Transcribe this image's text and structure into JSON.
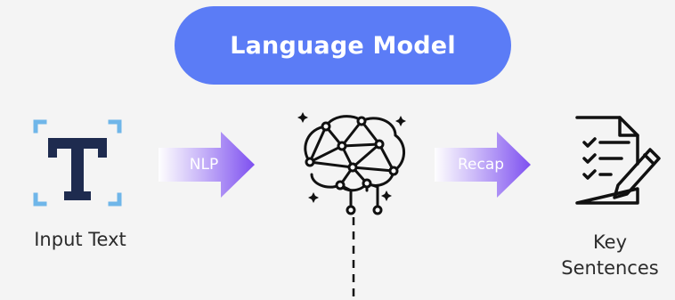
{
  "title": "Language Model",
  "nodes": {
    "input": {
      "label": "Input Text"
    },
    "output": {
      "label_line1": "Key",
      "label_line2": "Sentences"
    }
  },
  "arrows": {
    "first": {
      "label": "NLP"
    },
    "second": {
      "label": "Recap"
    }
  },
  "colors": {
    "pill": "#5b7cf6",
    "arrow_start": "#ffffff",
    "arrow_end": "#7d4ff0",
    "icon_dark": "#1e2b4f",
    "icon_accent": "#6fb6e9",
    "brain": "#111111"
  },
  "icons": {
    "input": "text-T-icon",
    "model": "brain-network-icon",
    "output": "document-pen-icon"
  }
}
